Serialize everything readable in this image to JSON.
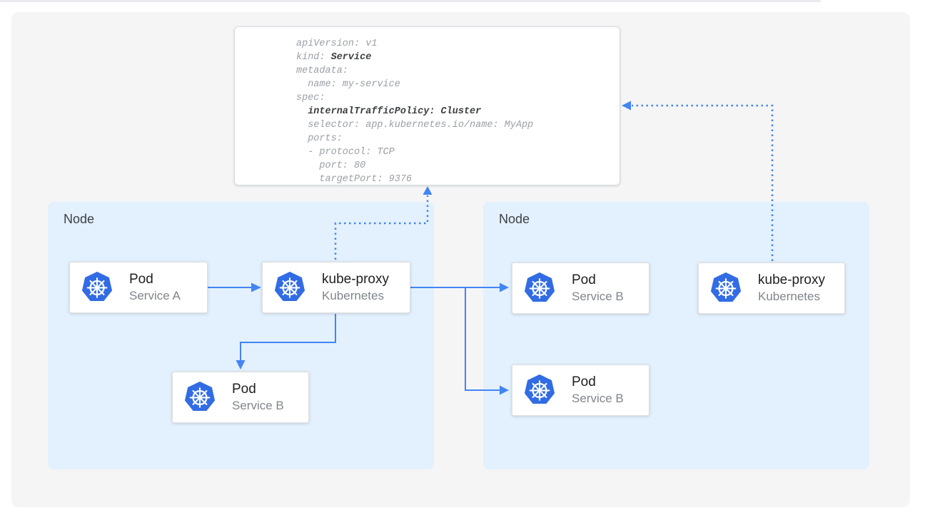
{
  "colors": {
    "accent_blue": "#4285F4",
    "kubernetes_blue": "#326CE5",
    "node_bg": "#E3F0FD",
    "canvas_bg": "#F5F5F6",
    "card_border": "#E0E0E0",
    "title_text": "#212121",
    "subtitle_text": "#80868B",
    "node_label_text": "#3C4043",
    "code_gray": "#9AA0A6",
    "code_dark": "#3C4043"
  },
  "yaml_panel": {
    "lines": [
      {
        "segments": [
          {
            "text": "apiVersion: v1",
            "bold": false
          }
        ]
      },
      {
        "segments": [
          {
            "text": "kind: ",
            "bold": false
          },
          {
            "text": "Service",
            "bold": true
          }
        ]
      },
      {
        "segments": [
          {
            "text": "metadata:",
            "bold": false
          }
        ]
      },
      {
        "segments": [
          {
            "text": "  name: my-service",
            "bold": false
          }
        ]
      },
      {
        "segments": [
          {
            "text": "spec:",
            "bold": false
          }
        ]
      },
      {
        "segments": [
          {
            "text": "  ",
            "bold": false
          },
          {
            "text": "internalTrafficPolicy: Cluster",
            "bold": true
          }
        ]
      },
      {
        "segments": [
          {
            "text": "  selector: app.kubernetes.io/name: MyApp",
            "bold": false
          }
        ]
      },
      {
        "segments": [
          {
            "text": "  ports:",
            "bold": false
          }
        ]
      },
      {
        "segments": [
          {
            "text": "  - protocol: TCP",
            "bold": false
          }
        ]
      },
      {
        "segments": [
          {
            "text": "    port: 80",
            "bold": false
          }
        ]
      },
      {
        "segments": [
          {
            "text": "    targetPort: 9376",
            "bold": false
          }
        ]
      }
    ]
  },
  "diagram": {
    "nodes": [
      {
        "label": "Node",
        "cards": [
          {
            "icon": "kubernetes-icon",
            "title": "Pod",
            "subtitle": "Service A"
          },
          {
            "icon": "kubernetes-icon",
            "title": "kube-proxy",
            "subtitle": "Kubernetes"
          },
          {
            "icon": "kubernetes-icon",
            "title": "Pod",
            "subtitle": "Service B"
          }
        ]
      },
      {
        "label": "Node",
        "cards": [
          {
            "icon": "kubernetes-icon",
            "title": "Pod",
            "subtitle": "Service B"
          },
          {
            "icon": "kubernetes-icon",
            "title": "Pod",
            "subtitle": "Service B"
          },
          {
            "icon": "kubernetes-icon",
            "title": "kube-proxy",
            "subtitle": "Kubernetes"
          }
        ]
      }
    ],
    "edges": [
      {
        "id": "pod-a-to-kube-proxy",
        "style": "solid",
        "from": "pod-service-a",
        "to": "kube-proxy-left"
      },
      {
        "id": "kube-proxy-to-pod-b-left",
        "style": "solid",
        "from": "kube-proxy-left",
        "to": "pod-service-b-left"
      },
      {
        "id": "kube-proxy-to-pod-b-right-top",
        "style": "solid",
        "from": "kube-proxy-left",
        "to": "pod-service-b-right-top"
      },
      {
        "id": "kube-proxy-to-pod-b-right-bottom",
        "style": "solid",
        "from": "kube-proxy-left",
        "to": "pod-service-b-right-bottom"
      },
      {
        "id": "kube-proxy-left-to-service-spec",
        "style": "dotted",
        "from": "kube-proxy-left",
        "to": "service-yaml-panel"
      },
      {
        "id": "kube-proxy-right-to-service-spec",
        "style": "dotted",
        "from": "kube-proxy-right",
        "to": "service-yaml-panel"
      }
    ]
  }
}
